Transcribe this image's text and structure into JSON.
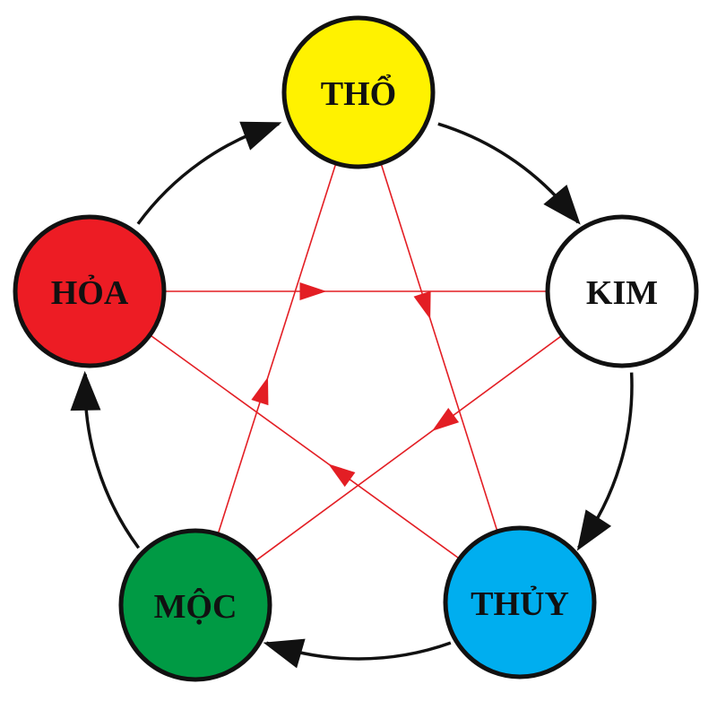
{
  "diagram": {
    "type": "five-elements-cycle",
    "nodes": [
      {
        "id": "tho",
        "label": "THỔ",
        "fill": "#FFF200",
        "text_color": "#111111"
      },
      {
        "id": "kim",
        "label": "KIM",
        "fill": "#FFFFFF",
        "text_color": "#111111"
      },
      {
        "id": "thuy",
        "label": "THỦY",
        "fill": "#00AEEF",
        "text_color": "#111111"
      },
      {
        "id": "moc",
        "label": "MỘC",
        "fill": "#009A44",
        "text_color": "#111111"
      },
      {
        "id": "hoa",
        "label": "HỎA",
        "fill": "#ED1C24",
        "text_color": "#111111"
      }
    ],
    "generating_cycle": {
      "color": "#111111",
      "edges": [
        {
          "from": "tho",
          "to": "kim"
        },
        {
          "from": "kim",
          "to": "thuy"
        },
        {
          "from": "thuy",
          "to": "moc"
        },
        {
          "from": "moc",
          "to": "hoa"
        },
        {
          "from": "hoa",
          "to": "tho"
        }
      ]
    },
    "controlling_cycle": {
      "color": "#E31E24",
      "edges": [
        {
          "from": "tho",
          "to": "thuy"
        },
        {
          "from": "thuy",
          "to": "hoa"
        },
        {
          "from": "hoa",
          "to": "kim"
        },
        {
          "from": "kim",
          "to": "moc"
        },
        {
          "from": "moc",
          "to": "tho"
        }
      ]
    }
  }
}
